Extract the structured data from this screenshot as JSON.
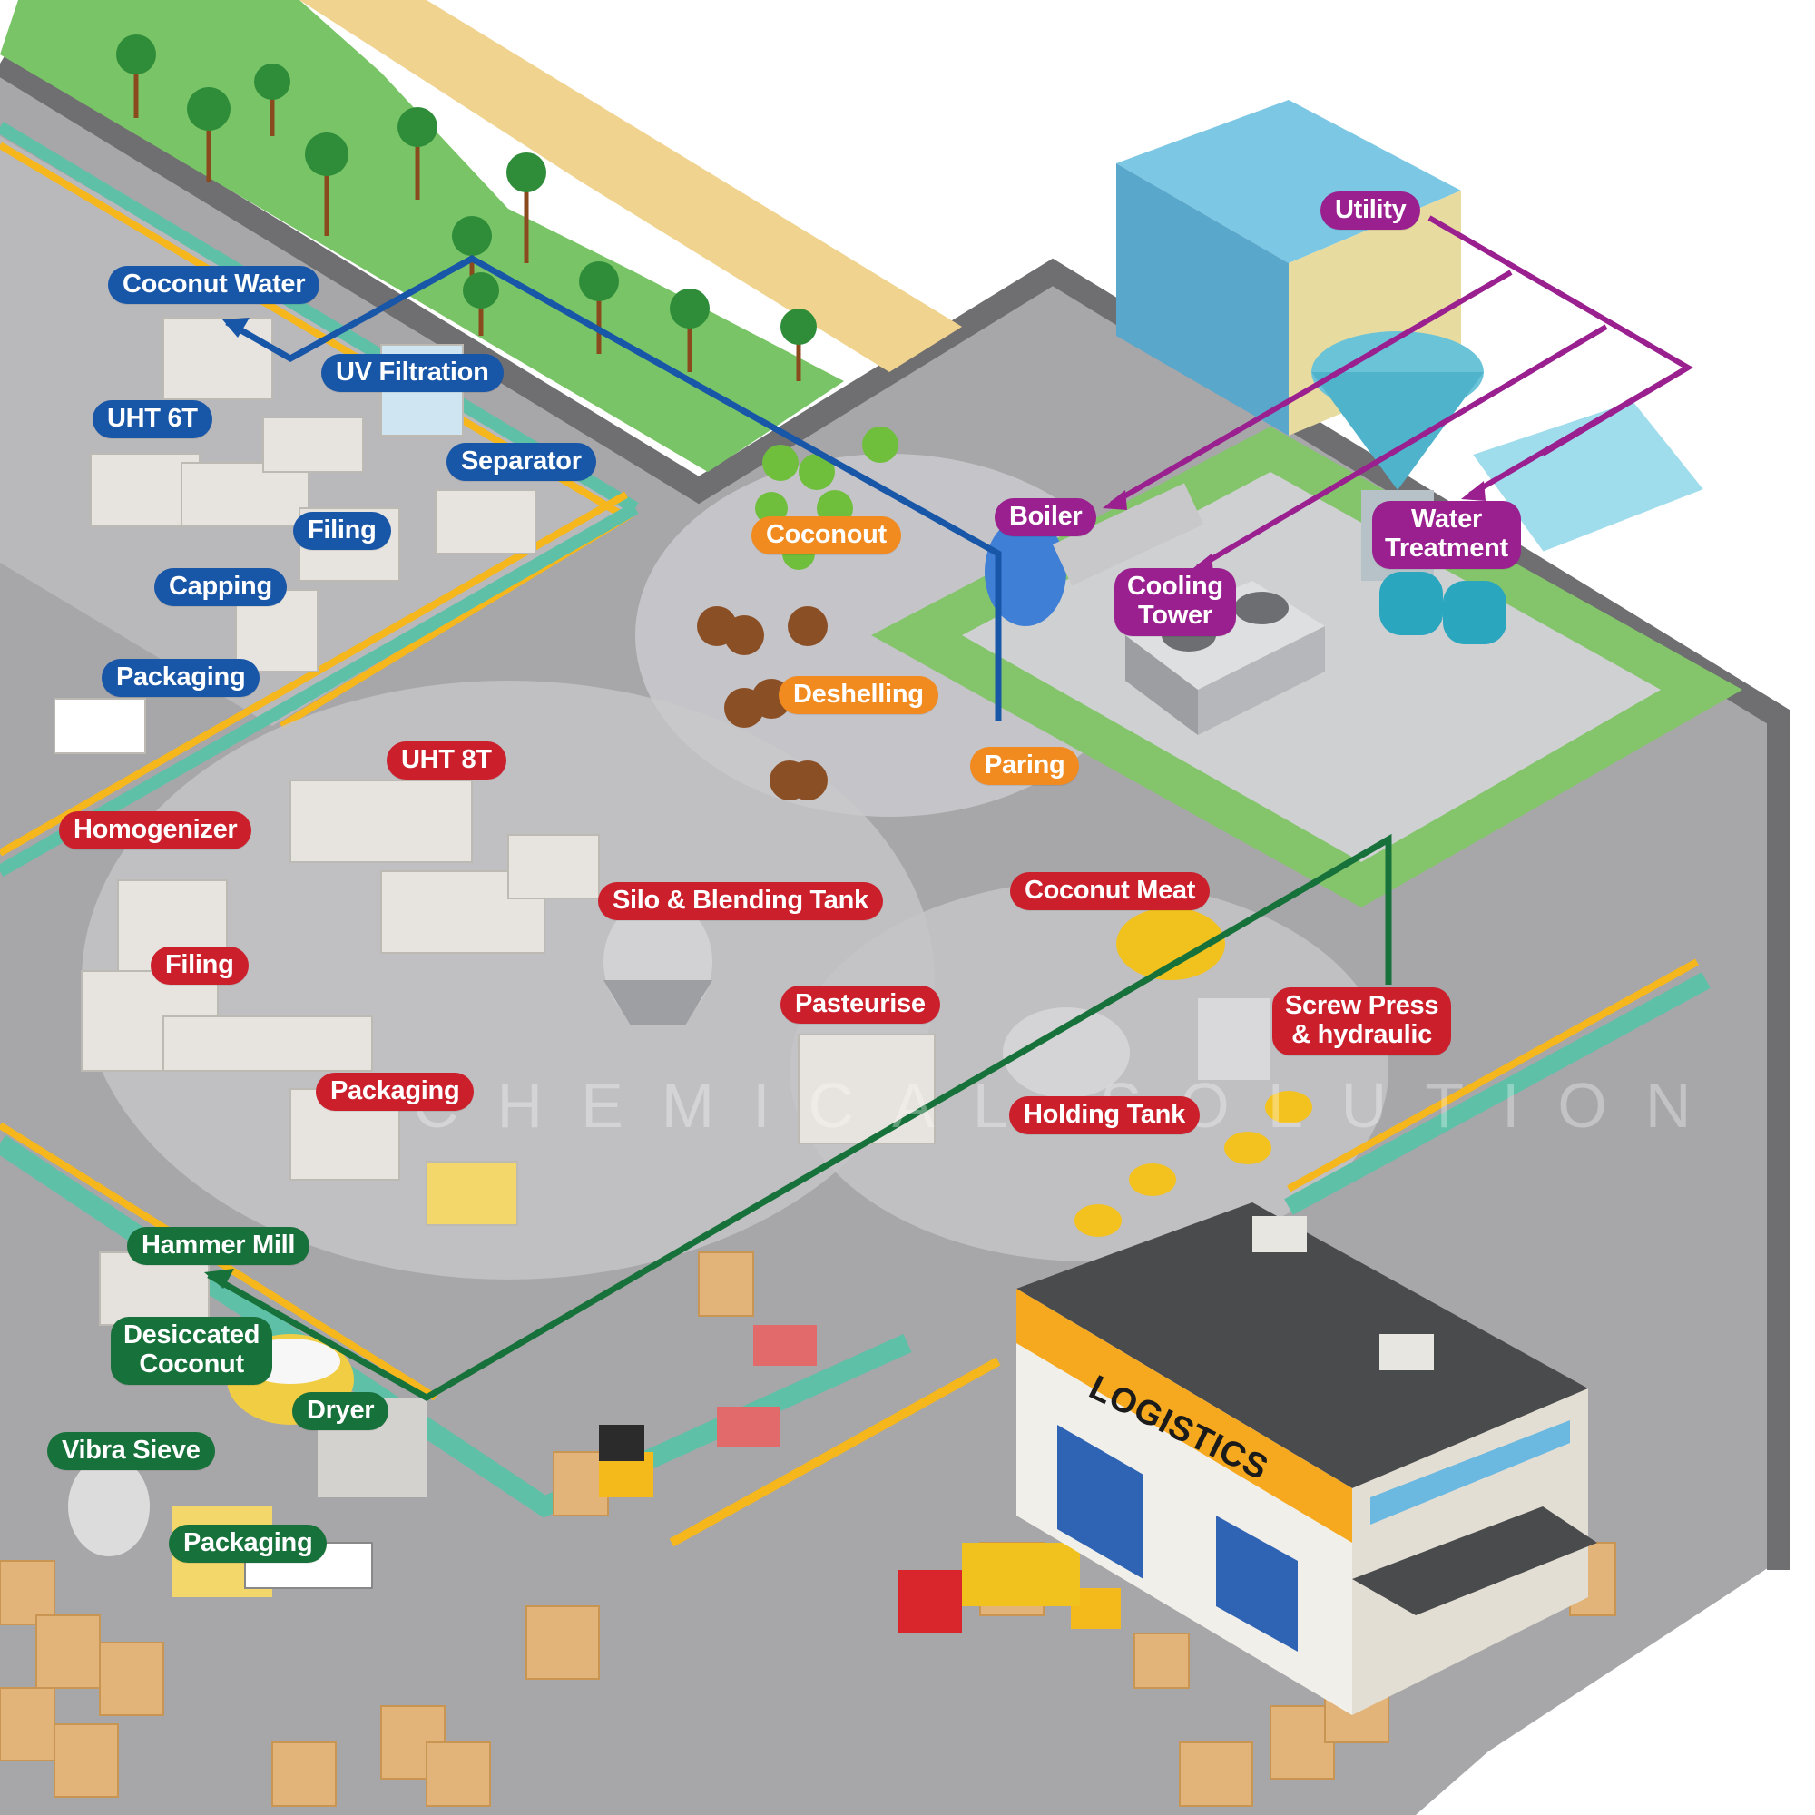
{
  "title": "Coconut Processing Plant Layout",
  "watermark": "CHEMICAL SOLUTION",
  "colors": {
    "coconut_water_line": "#1856a8",
    "coconut_milk_line": "#cc1f2c",
    "raw_material": "#f18a1f",
    "utility": "#9a1f8f",
    "desiccated_line": "#17713a",
    "logistics_sign": "#f6a91f"
  },
  "coconut_water_line": {
    "labels": [
      "Coconut Water",
      "UV Filtration",
      "UHT 6T",
      "Separator",
      "Filing",
      "Capping",
      "Packaging"
    ]
  },
  "raw_material": {
    "labels": [
      "Coconout",
      "Deshelling",
      "Paring"
    ]
  },
  "utility": {
    "labels": [
      "Utility",
      "Boiler",
      "Cooling",
      "Tower",
      "Water",
      "Treatment"
    ]
  },
  "coconut_milk_line": {
    "labels": [
      "UHT 8T",
      "Homogenizer",
      "Silo & Blending Tank",
      "Filing",
      "Pasteurise",
      "Coconut Meat",
      "Screw Press",
      "& hydraulic",
      "Packaging",
      "Holding Tank"
    ]
  },
  "desiccated_line": {
    "labels": [
      "Hammer Mill",
      "Desiccated",
      "Coconut",
      "Dryer",
      "Vibra Sieve",
      "Packaging"
    ]
  },
  "logistics": {
    "sign": "LOGISTICS"
  }
}
